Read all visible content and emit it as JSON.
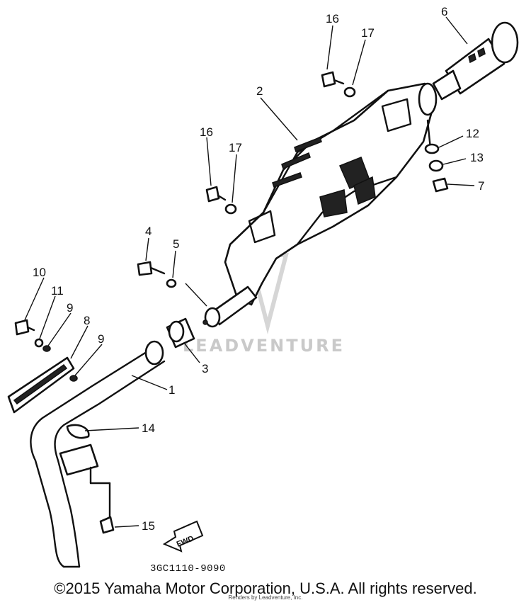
{
  "diagram": {
    "callouts": {
      "c1": "1",
      "c2": "2",
      "c3": "3",
      "c4": "4",
      "c5": "5",
      "c6": "6",
      "c7": "7",
      "c8": "8",
      "c9a": "9",
      "c9b": "9",
      "c10": "10",
      "c11": "11",
      "c12": "12",
      "c13": "13",
      "c14": "14",
      "c15": "15",
      "c16a": "16",
      "c16b": "16",
      "c17a": "17",
      "c17b": "17"
    },
    "fwd_label": "FWD",
    "drawing_code": "3GC1110-9090",
    "watermark": "LEADVENTURE"
  },
  "footer": {
    "copyright": "©2015 Yamaha Motor Corporation, U.S.A. All rights reserved.",
    "subline": "Renders by Leadventure, Inc."
  }
}
